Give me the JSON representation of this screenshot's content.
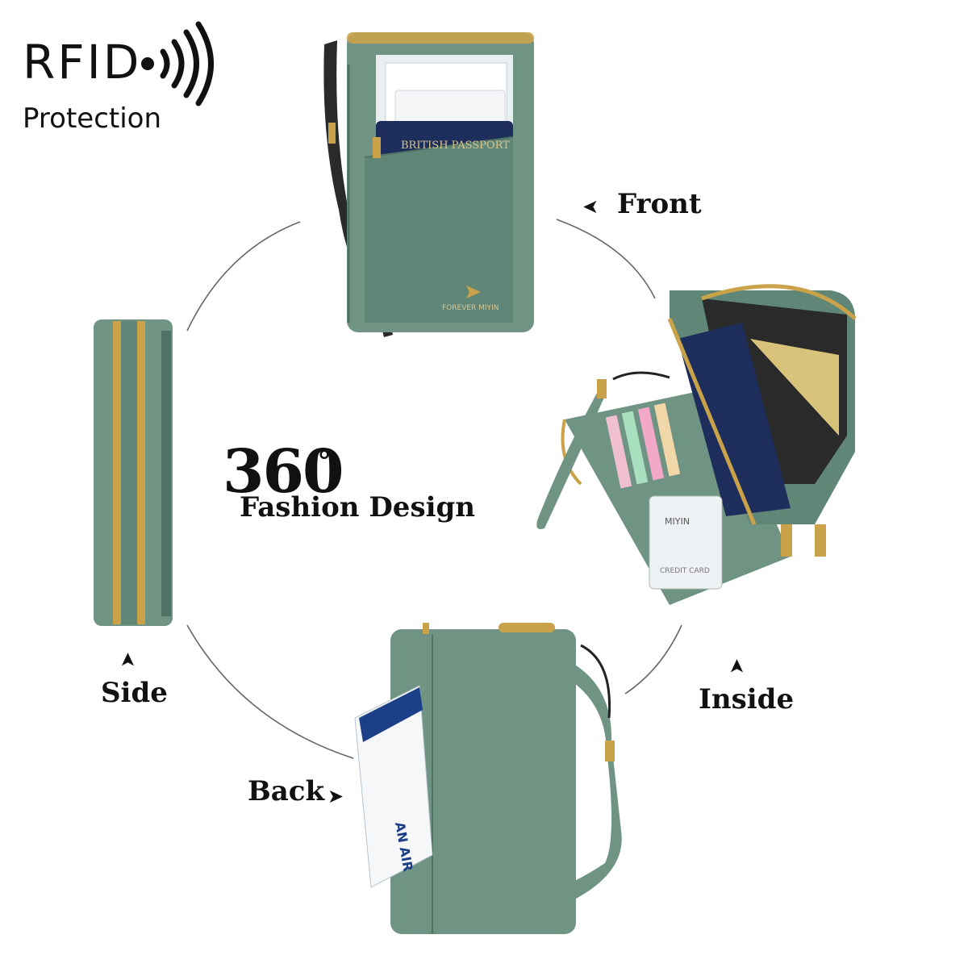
{
  "badge": {
    "title": "RFID",
    "subtitle": "Protection",
    "icon": "rfid-signal-icon"
  },
  "center": {
    "number": "360",
    "degree": "°",
    "subtitle": "Fashion Design"
  },
  "views": {
    "front": {
      "label": "Front",
      "arrow": "left-arrow-icon"
    },
    "side": {
      "label": "Side",
      "arrow": "up-arrow-icon"
    },
    "inside": {
      "label": "Inside",
      "arrow": "up-arrow-icon"
    },
    "back": {
      "label": "Back",
      "arrow": "right-arrow-icon"
    }
  },
  "wallet": {
    "brand": "FOREVER MIYIN",
    "passport_text": "BRITISH PASSPORT",
    "card_text": "CREDIT CARD",
    "card_brand": "MIYIN",
    "back_card_text": "AN AIR",
    "colors": {
      "leather": "#6f9484",
      "leather_dark": "#4f7264",
      "zipper": "#c9a24a",
      "passport": "#1d2e5c"
    }
  }
}
